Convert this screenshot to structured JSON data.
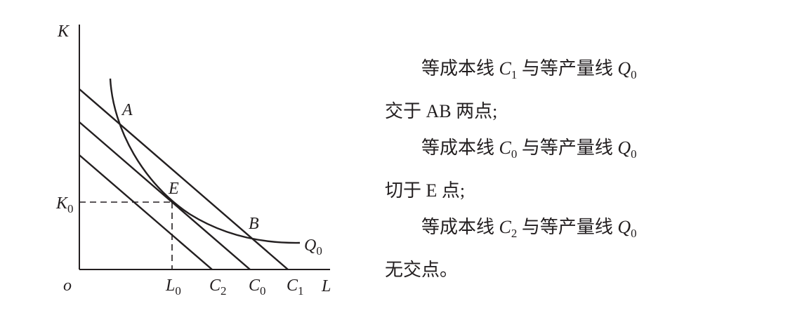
{
  "figure": {
    "axes": {
      "y": "K",
      "x": "L",
      "origin": "o"
    },
    "points": {
      "A": "A",
      "E": "E",
      "B": "B"
    },
    "k0": {
      "main": "K",
      "sub": "0"
    },
    "l0": {
      "main": "L",
      "sub": "0"
    },
    "lines": [
      {
        "main": "C",
        "sub": "2"
      },
      {
        "main": "C",
        "sub": "0"
      },
      {
        "main": "C",
        "sub": "1"
      }
    ],
    "curve": {
      "main": "Q",
      "sub": "0"
    }
  },
  "text": {
    "l1": {
      "a": "等成本线 ",
      "m": "C",
      "ms": "1",
      "b": " 与等产量线 ",
      "n": "Q",
      "ns": "0"
    },
    "l1_cont": "交于 AB 两点;",
    "l2": {
      "a": "等成本线 ",
      "m": "C",
      "ms": "0",
      "b": " 与等产量线 ",
      "n": "Q",
      "ns": "0"
    },
    "l2_cont": "切于 E 点;",
    "l3": {
      "a": "等成本线 ",
      "m": "C",
      "ms": "2",
      "b": " 与等产量线 ",
      "n": "Q",
      "ns": "0"
    },
    "l3_cont": "无交点。"
  }
}
